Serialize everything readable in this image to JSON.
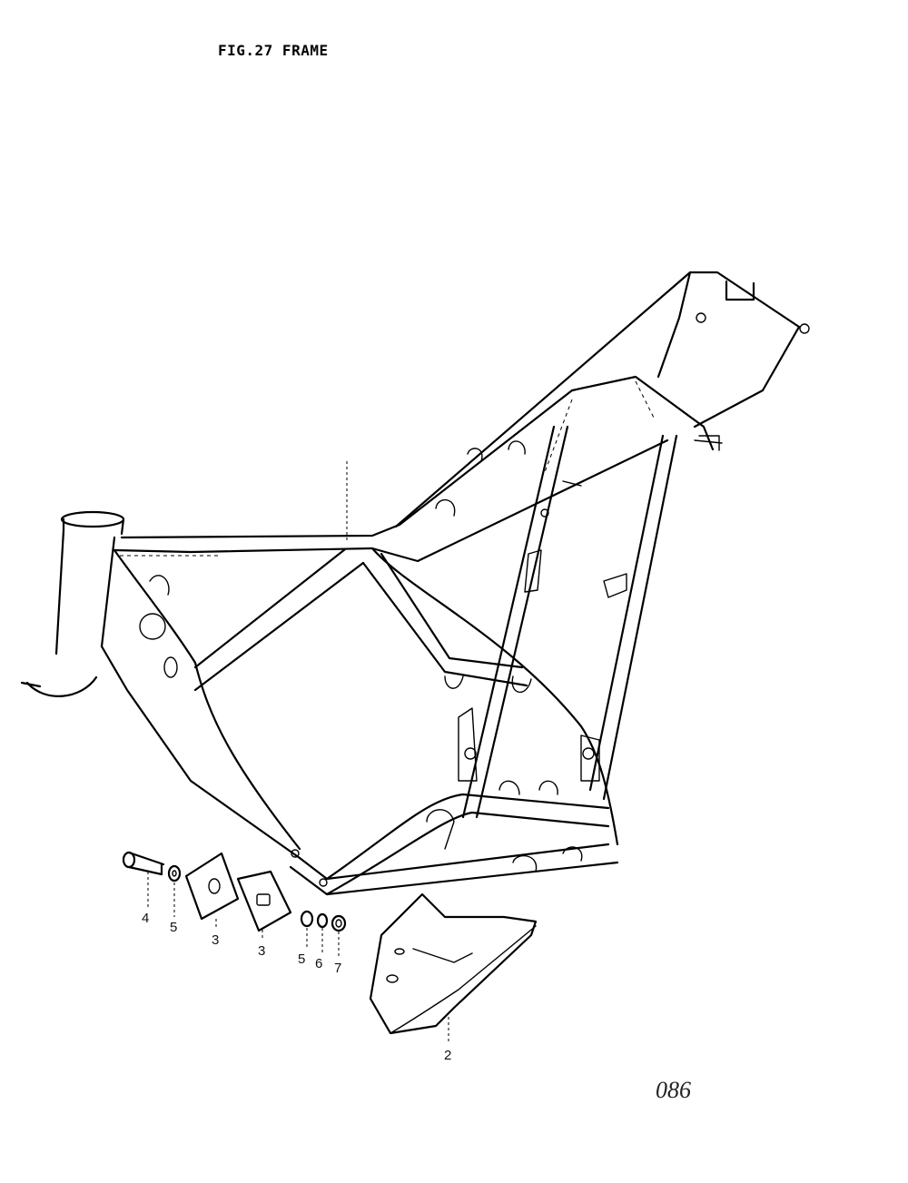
{
  "figure": {
    "title": "FIG.27  FRAME",
    "page_number": "086"
  },
  "callouts": {
    "c4": "4",
    "c5a": "5",
    "c3a": "3",
    "c3b": "3",
    "c5b": "5",
    "c6": "6",
    "c7": "7",
    "c2": "2"
  }
}
